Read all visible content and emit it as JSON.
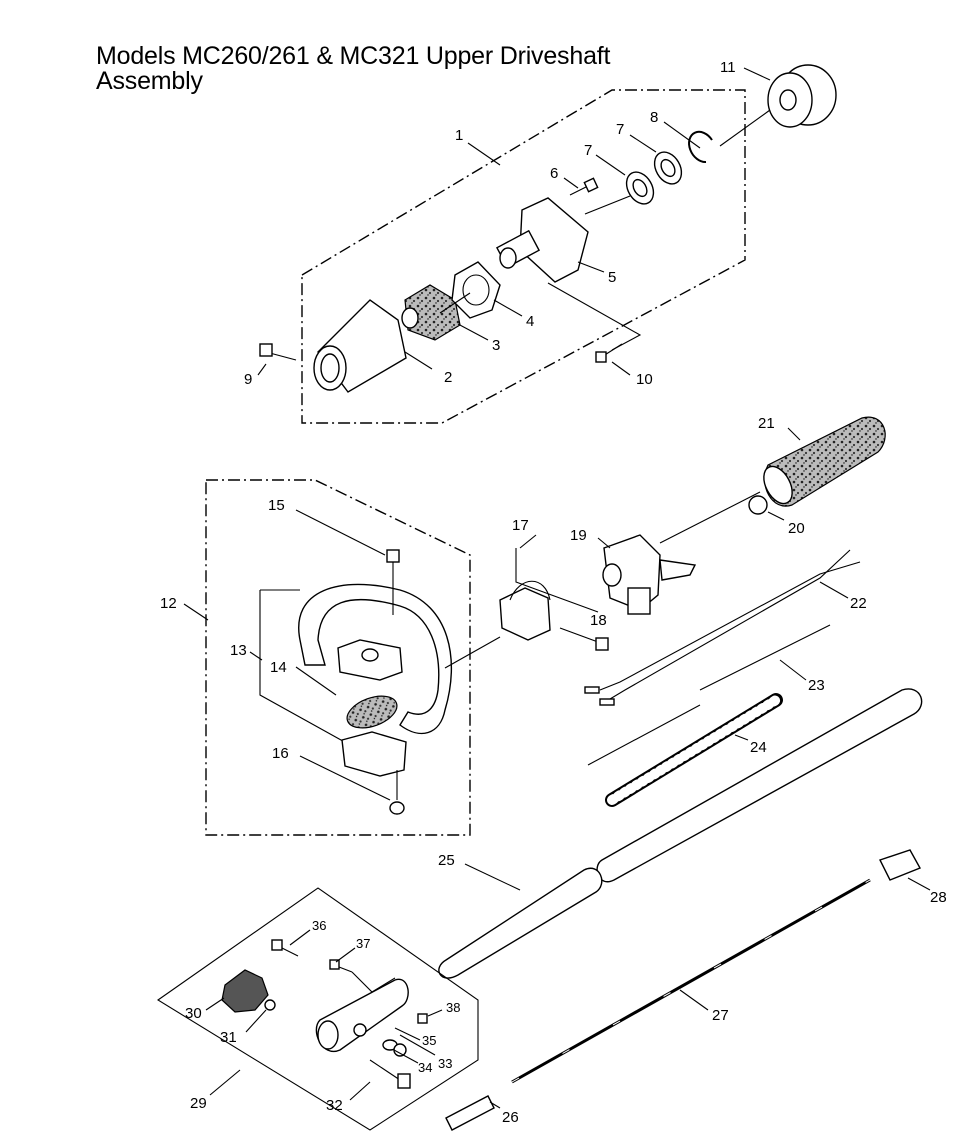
{
  "title": {
    "line1": "Models MC260/261 & MC321 Upper Driveshaft",
    "line2": "Assembly"
  },
  "callouts": {
    "c1": "1",
    "c2": "2",
    "c3": "3",
    "c4": "4",
    "c5": "5",
    "c6": "6",
    "c7a": "7",
    "c7b": "7",
    "c8": "8",
    "c9": "9",
    "c10": "10",
    "c11": "11",
    "c12": "12",
    "c13": "13",
    "c14": "14",
    "c15": "15",
    "c16": "16",
    "c17": "17",
    "c18": "18",
    "c19": "19",
    "c20": "20",
    "c21": "21",
    "c22": "22",
    "c23": "23",
    "c24": "24",
    "c25": "25",
    "c26": "26",
    "c27": "27",
    "c28": "28",
    "c29": "29",
    "c30": "30",
    "c31": "31",
    "c32": "32",
    "c33": "33",
    "c34": "34",
    "c35": "35",
    "c36": "36",
    "c37": "37",
    "c38": "38"
  }
}
